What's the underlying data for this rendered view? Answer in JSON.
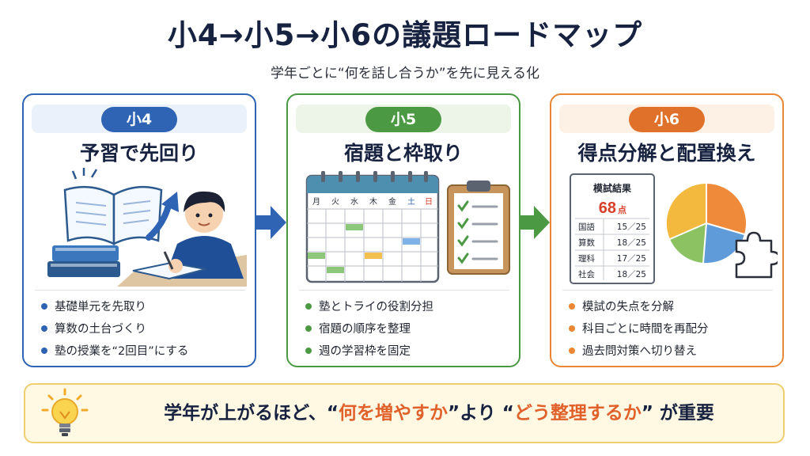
{
  "header": {
    "title": "小4→小5→小6の議題ロードマップ",
    "subtitle": "学年ごとに“何を話し合うか”を先に見える化"
  },
  "cards": [
    {
      "badge": "小4",
      "title": "予習で先回り",
      "bullets": [
        "基礎単元を先取り",
        "算数の土台づくり",
        "塾の授業を“2回目”にする"
      ]
    },
    {
      "badge": "小5",
      "title": "宿題と枠取り",
      "calendar_days": [
        "月",
        "火",
        "水",
        "木",
        "金",
        "土",
        "日"
      ],
      "bullets": [
        "塾とトライの役割分担",
        "宿題の順序を整理",
        "週の学習枠を固定"
      ]
    },
    {
      "badge": "小6",
      "title": "得点分解と配置換え",
      "score_sheet": {
        "title": "模試結果",
        "score": "68",
        "score_unit": "点",
        "rows": [
          {
            "subject": "国語",
            "value": "15／25"
          },
          {
            "subject": "算数",
            "value": "18／25"
          },
          {
            "subject": "理科",
            "value": "17／25"
          },
          {
            "subject": "社会",
            "value": "18／25"
          }
        ]
      },
      "bullets": [
        "模試の失点を分解",
        "科目ごとに時間を再配分",
        "過去問対策へ切り替え"
      ]
    }
  ],
  "bottom": {
    "prefix": "学年が上がるほど、“",
    "highlight1": "何を増やすか",
    "middle": "”より “",
    "highlight2": "どう整理するか",
    "suffix": "” が重要"
  },
  "colors": {
    "grade4": "#2f63b3",
    "grade5": "#4b9a43",
    "grade6": "#e0712a",
    "highlight": "#e0612a"
  },
  "icons": [
    "book-icon",
    "boy-studying-icon",
    "calendar-icon",
    "clipboard-checklist-icon",
    "score-sheet-icon",
    "pie-chart-icon",
    "puzzle-piece-icon",
    "lightbulb-icon",
    "arrow-right-icon"
  ]
}
